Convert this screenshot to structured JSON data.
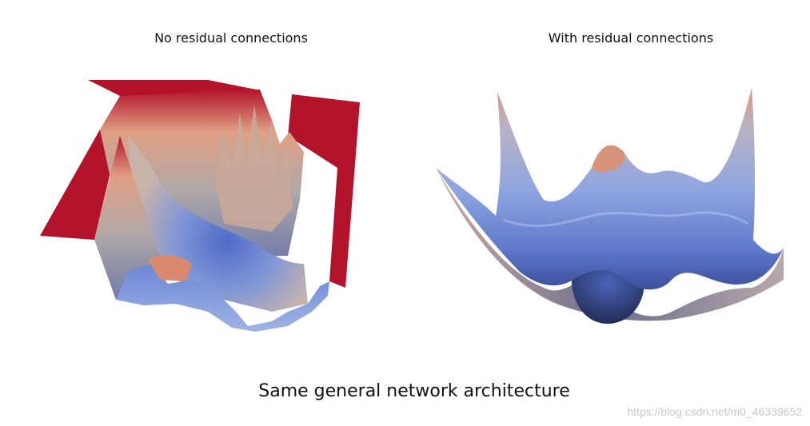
{
  "panels": {
    "left": {
      "title": "No residual connections"
    },
    "right": {
      "title": "With residual connections"
    }
  },
  "caption": "Same general network architecture",
  "watermark": "https://blog.csdn.net/m0_46339652",
  "colors": {
    "background": "#ffffff",
    "surface_red": "#b2132b",
    "surface_peach": "#e0a083",
    "surface_gray": "#b0a8a8",
    "surface_blue": "#4f6bc8",
    "surface_light_blue": "#95aee0",
    "surface_dark": "#2f3a6a"
  }
}
